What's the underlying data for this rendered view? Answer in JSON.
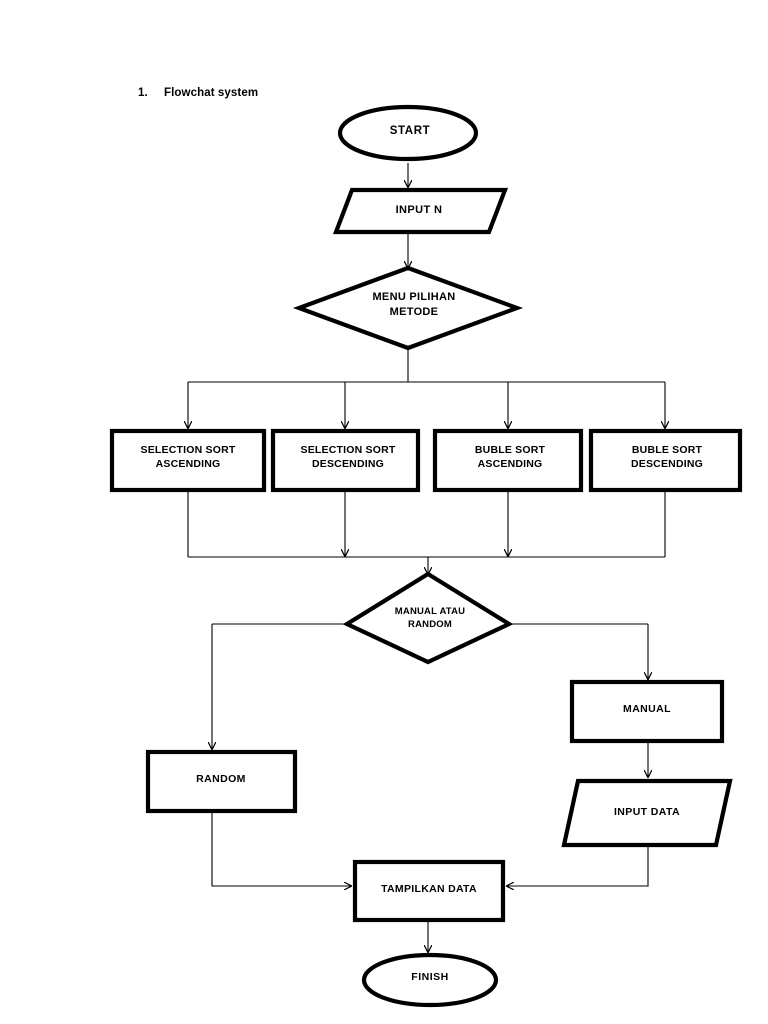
{
  "document": {
    "heading_number": "1.",
    "heading_text": "Flowchat system"
  },
  "colors": {
    "shape_stroke": "#000000",
    "shape_fill": "#ffffff",
    "connector_stroke": "#000000",
    "text": "#000000",
    "page_background": "#ffffff"
  },
  "chart_data": {
    "type": "diagram",
    "title": "Flowchat system",
    "nodes": [
      {
        "id": "start",
        "shape": "terminator",
        "label": "START"
      },
      {
        "id": "input_n",
        "shape": "parallelogram",
        "label": "INPUT N"
      },
      {
        "id": "menu",
        "shape": "decision",
        "label": "MENU PILIHAN\nMETODE"
      },
      {
        "id": "sel_asc",
        "shape": "process",
        "label": "SELECTION SORT\nASCENDING"
      },
      {
        "id": "sel_desc",
        "shape": "process",
        "label": "SELECTION SORT\nDESCENDING"
      },
      {
        "id": "bub_asc",
        "shape": "process",
        "label": "BUBLE SORT\nASCENDING"
      },
      {
        "id": "bub_desc",
        "shape": "process",
        "label": "BUBLE SORT\nDESCENDING"
      },
      {
        "id": "man_rand",
        "shape": "decision",
        "label": "MANUAL ATAU\nRANDOM"
      },
      {
        "id": "random",
        "shape": "process",
        "label": "RANDOM"
      },
      {
        "id": "manual",
        "shape": "process",
        "label": "MANUAL"
      },
      {
        "id": "input_data",
        "shape": "parallelogram",
        "label": "INPUT DATA"
      },
      {
        "id": "tampilkan",
        "shape": "process",
        "label": "TAMPILKAN DATA"
      },
      {
        "id": "finish",
        "shape": "terminator",
        "label": "FINISH"
      }
    ],
    "edges": [
      {
        "from": "start",
        "to": "input_n"
      },
      {
        "from": "input_n",
        "to": "menu"
      },
      {
        "from": "menu",
        "to": "sel_asc"
      },
      {
        "from": "menu",
        "to": "sel_desc"
      },
      {
        "from": "menu",
        "to": "bub_asc"
      },
      {
        "from": "menu",
        "to": "bub_desc"
      },
      {
        "from": "sel_asc",
        "to": "man_rand"
      },
      {
        "from": "sel_desc",
        "to": "man_rand"
      },
      {
        "from": "bub_asc",
        "to": "man_rand"
      },
      {
        "from": "bub_desc",
        "to": "man_rand"
      },
      {
        "from": "man_rand",
        "to": "random"
      },
      {
        "from": "man_rand",
        "to": "manual"
      },
      {
        "from": "manual",
        "to": "input_data"
      },
      {
        "from": "random",
        "to": "tampilkan"
      },
      {
        "from": "input_data",
        "to": "tampilkan"
      },
      {
        "from": "tampilkan",
        "to": "finish"
      }
    ]
  },
  "flow": {
    "start": {
      "label": "START"
    },
    "input_n": {
      "label": "INPUT N"
    },
    "menu": {
      "label": "MENU PILIHAN\nMETODE"
    },
    "sel_asc": {
      "label": "SELECTION SORT\nASCENDING"
    },
    "sel_desc": {
      "label": "SELECTION SORT\nDESCENDING"
    },
    "bub_asc": {
      "label": "BUBLE SORT\nASCENDING"
    },
    "bub_desc": {
      "label": "BUBLE SORT\nDESCENDING"
    },
    "man_rand": {
      "label": "MANUAL ATAU\nRANDOM"
    },
    "random": {
      "label": "RANDOM"
    },
    "manual": {
      "label": "MANUAL"
    },
    "input_data": {
      "label": "INPUT DATA"
    },
    "tampilkan": {
      "label": "TAMPILKAN DATA"
    },
    "finish": {
      "label": "FINISH"
    }
  }
}
